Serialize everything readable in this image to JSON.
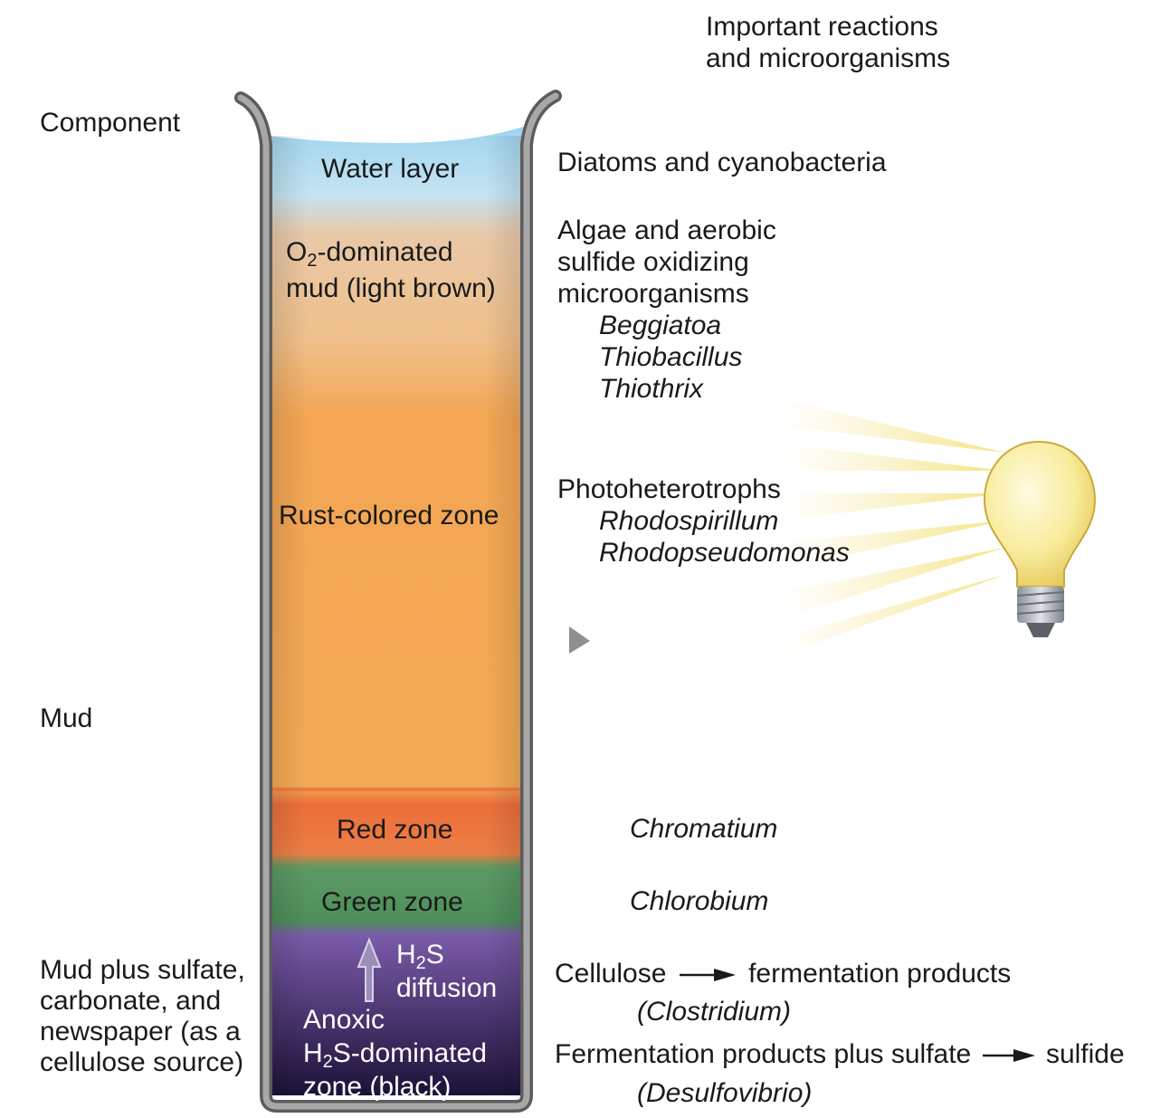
{
  "headers": {
    "component": "Component",
    "reactions_line1": "Important reactions",
    "reactions_line2": "and microorganisms"
  },
  "components": {
    "mud": "Mud",
    "mud_plus": [
      "Mud plus sulfate,",
      "carbonate, and",
      "newspaper (as a",
      "cellulose source)"
    ]
  },
  "zones": {
    "water": "Water layer",
    "o2_line1_pre": "O",
    "o2_line1_sub": "2",
    "o2_line1_post": "-dominated",
    "o2_line2": "mud (light brown)",
    "rust": "Rust-colored zone",
    "red": "Red zone",
    "green": "Green zone",
    "h2s_pre": "H",
    "h2s_sub": "2",
    "h2s_post": "S",
    "diffusion": "diffusion",
    "anoxic_line1": "Anoxic",
    "anoxic_line2_pre": "H",
    "anoxic_line2_sub": "2",
    "anoxic_line2_post": "S-dominated",
    "anoxic_line3": "zone (black)"
  },
  "organisms": {
    "diatoms": "Diatoms and cyanobacteria",
    "algae": [
      "Algae and aerobic",
      "sulfide oxidizing",
      "microorganisms"
    ],
    "algae_genera": [
      "Beggiatoa",
      "Thiobacillus",
      "Thiothrix"
    ],
    "photo": "Photoheterotrophs",
    "photo_genera": [
      "Rhodospirillum",
      "Rhodopseudomonas"
    ],
    "chromatium": "Chromatium",
    "chlorobium": "Chlorobium",
    "cellulose": "Cellulose",
    "fermentation_products": "fermentation products",
    "clostridium": "(Clostridium)",
    "fermentation_plus_sulfate": "Fermentation products plus sulfate",
    "sulfide": "sulfide",
    "desulfovibrio": "(Desulfovibrio)"
  },
  "colors": {
    "water_top": "#a9d9f0",
    "mud_light": "#e8c9a8",
    "rust": "#f2a24c",
    "red": "#e8643a",
    "green": "#4e8f5c",
    "anoxic_top": "#7a5aa8",
    "anoxic_bottom": "#1e1440",
    "glass": "#8a8a8a",
    "bulb": "#f8eea0"
  },
  "icons": {
    "light_source": "light-bulb-icon",
    "arrow": "up-arrow-icon",
    "cursor": "pointer-cursor-icon"
  }
}
